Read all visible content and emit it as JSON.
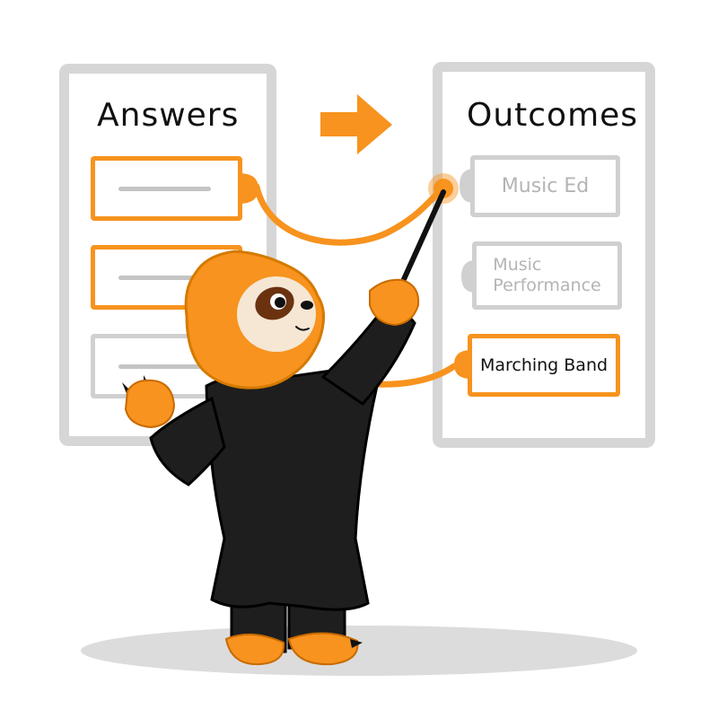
{
  "answers": {
    "title": "Answers",
    "slots": [
      {
        "state": "selected"
      },
      {
        "state": "selected"
      },
      {
        "state": "unselected"
      }
    ]
  },
  "outcomes": {
    "title": "Outcomes",
    "items": [
      {
        "label": "Music Ed",
        "state": "unselected"
      },
      {
        "label_line1": "Music",
        "label_line2": "Performance",
        "state": "unselected"
      },
      {
        "label": "Marching Band",
        "state": "selected"
      }
    ]
  },
  "icons": {
    "arrow": "arrow-right-icon",
    "mascot": "sloth-conductor-icon",
    "baton": "baton-icon"
  },
  "colors": {
    "accent": "#f7931e",
    "panel_border": "#d6d6d6",
    "inactive_border": "#d0d0d0",
    "coat": "#1e1e1e",
    "shadow": "#dcdcdc"
  }
}
